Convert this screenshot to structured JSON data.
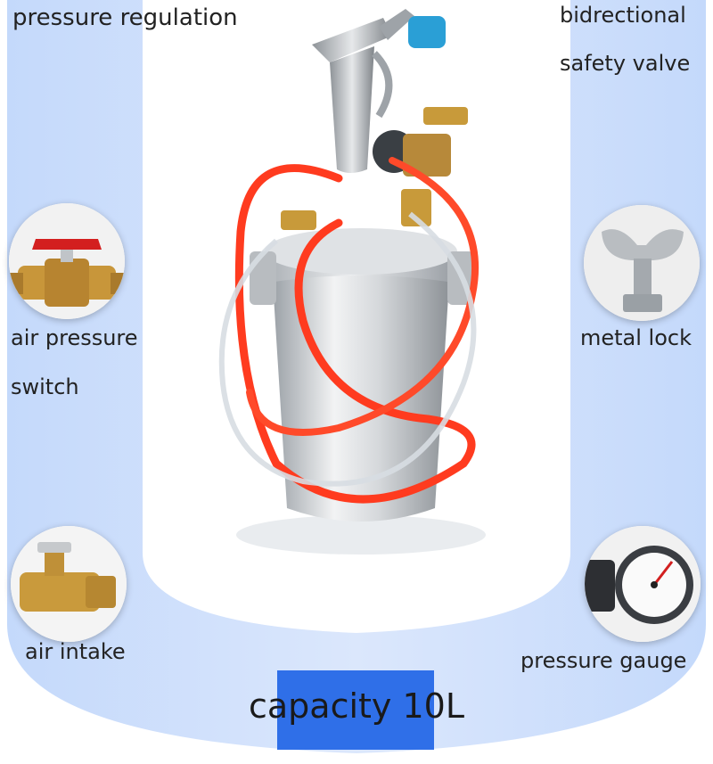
{
  "features": {
    "pressure_regulation": "pressure regulation",
    "bidirectional_line1": "bidrectional",
    "bidirectional_line2": "safety valve",
    "air_pressure_switch_line1": "air pressure",
    "air_pressure_switch_line2": "switch",
    "metal_lock": "metal lock",
    "air_intake": "air intake",
    "pressure_gauge": "pressure gauge"
  },
  "capacity": {
    "label": "capacity 10L"
  },
  "colors": {
    "background_blue": "#cfe0fb",
    "capacity_box": "#2f6fe8",
    "hose_red": "#ff3b1f",
    "tank_silver": "#c9cdd1"
  },
  "icons": {
    "product": "pressure-tank-spray-gun",
    "switch": "ball-valve-red-handle",
    "lock": "wing-nut",
    "intake": "brass-fitting",
    "gauge": "pressure-gauge"
  }
}
